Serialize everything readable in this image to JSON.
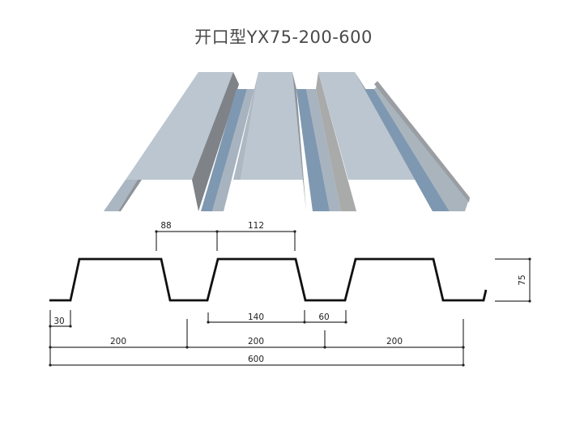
{
  "title": "开口型YX75-200-600",
  "panel_3d": {
    "description": "3D view of open-type steel floor deck panel",
    "colors": {
      "top_face": "#b9c3cd",
      "web_dark": "#8e9196",
      "valley_blue": "#7f98b1",
      "web_light": "#a9b0b5"
    }
  },
  "profile": {
    "line_color": "#111111",
    "dimensions": {
      "top_88": "88",
      "top_112": "112",
      "height_75": "75",
      "edge_30": "30",
      "bottom_140": "140",
      "bottom_60": "60",
      "pitch_1": "200",
      "pitch_2": "200",
      "pitch_3": "200",
      "total_600": "600"
    }
  }
}
